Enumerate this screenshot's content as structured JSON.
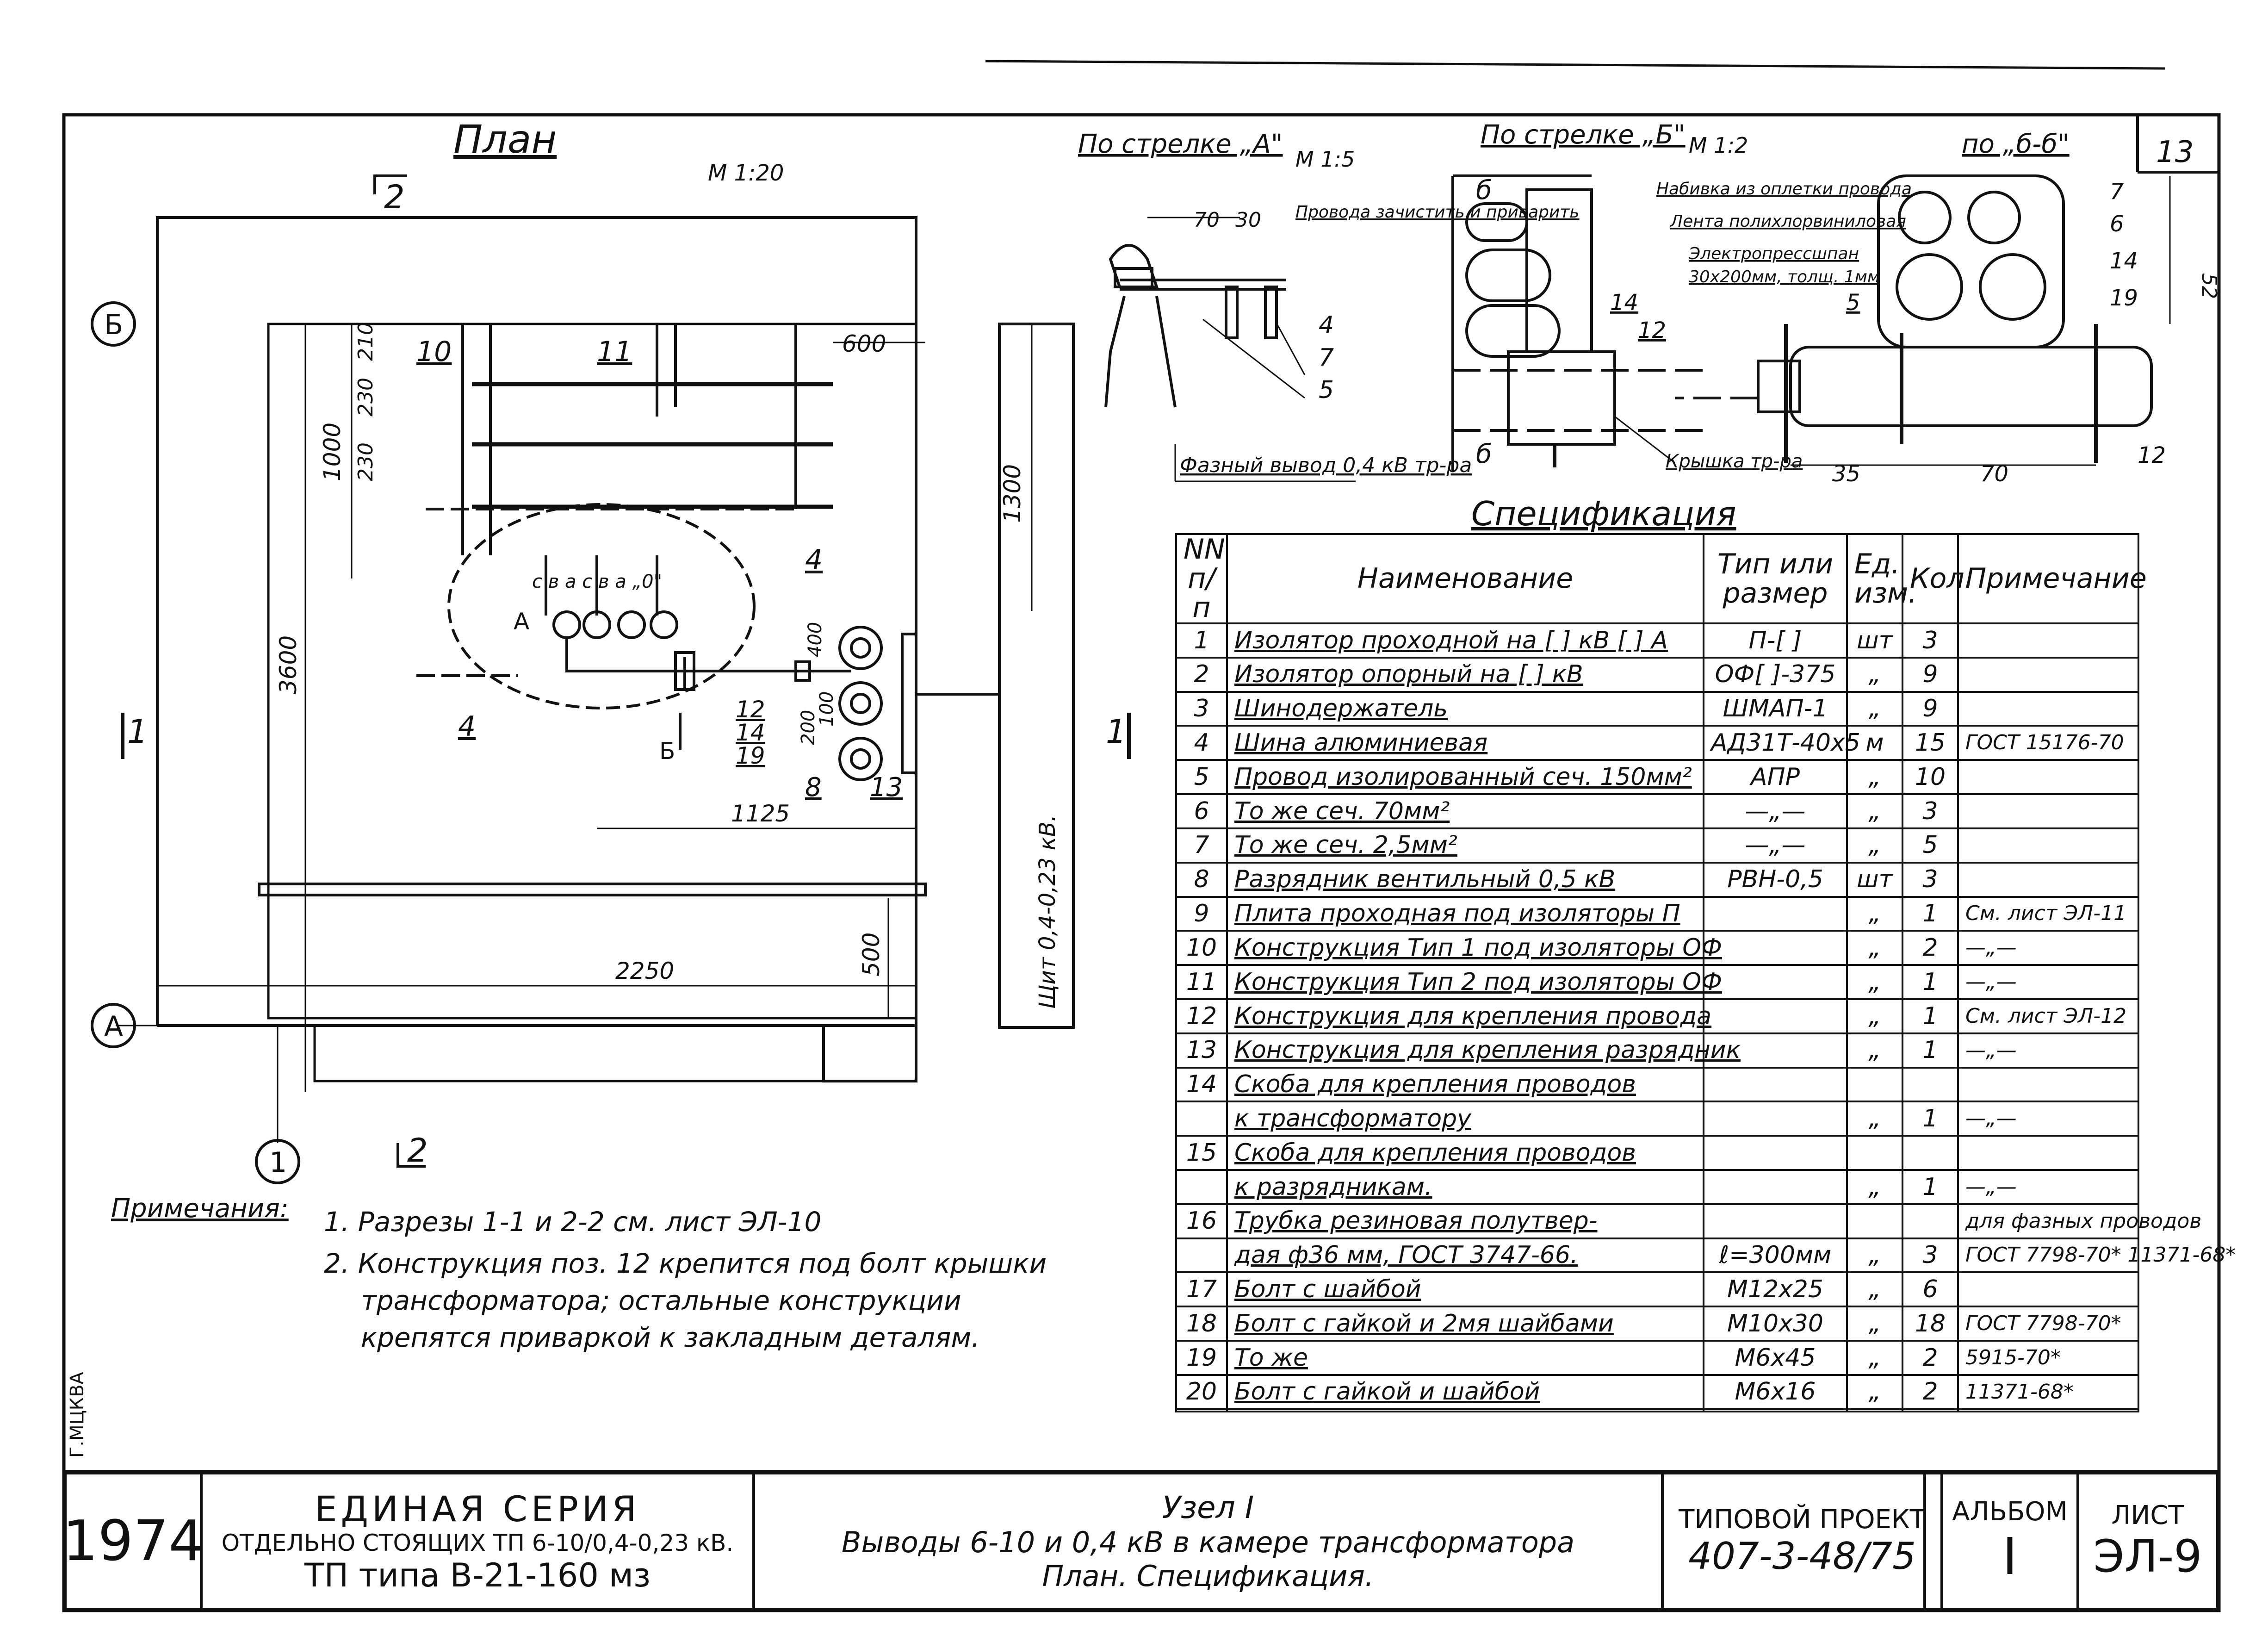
{
  "views": {
    "plan": {
      "title": "План",
      "scale": "М 1:20"
    },
    "arrow_a": {
      "title": "По стрелке „А\"",
      "scale": "М 1:5"
    },
    "arrow_b": {
      "title": "По стрелке „Б\"",
      "scale": "М 1:2"
    },
    "section_bb": {
      "title": "по „б-б\""
    }
  },
  "sheet_number": "13",
  "plan_labels": {
    "axis_b": "Б",
    "axis_a": "А",
    "axis_1": "1",
    "section_2": "2",
    "section_1": "1",
    "dim_600": "600",
    "dim_210": "210",
    "dim_230a": "230",
    "dim_230b": "230",
    "dim_1000": "1000",
    "dim_1300": "1300",
    "dim_3600": "3600",
    "dim_1125": "1125",
    "dim_2250": "2250",
    "dim_500": "500",
    "dim_400": "400",
    "dim_200": "200",
    "dim_100": "100",
    "pos_10": "10",
    "pos_11": "11",
    "pos_4a": "4",
    "pos_4b": "4",
    "pos_8": "8",
    "pos_13": "13",
    "pos_12": "12",
    "pos_14": "14",
    "pos_19": "19",
    "arrow_A": "А",
    "arrow_B": "Б",
    "phases": "c  в  a  c  в  a  „0\"",
    "panel": "Щит 0,4-0,23 кВ."
  },
  "arrow_a_labels": {
    "dim_70": "70",
    "dim_30": "30",
    "note": "Провода зачистить и приварить",
    "pos_4": "4",
    "pos_7": "7",
    "pos_5": "5",
    "caption": "Фазный вывод 0,4 кВ тр-ра"
  },
  "arrow_b_labels": {
    "b_top": "б",
    "b_bottom": "б",
    "pos_14": "14",
    "pos_12": "12",
    "cover": "Крышка тр-ра",
    "dim_35": "35",
    "dim_70": "70"
  },
  "section_labels": {
    "l1": "Набивка из оплетки провода",
    "l2": "Лента полихлорвиниловая",
    "l3": "Электропрессшпан",
    "l4": "30х200мм, толщ. 1мм",
    "pos_5": "5",
    "pos_7": "7",
    "pos_6": "6",
    "pos_14": "14",
    "pos_19": "19",
    "pos_12": "12",
    "dim_52": "52"
  },
  "spec": {
    "title": "Спецификация",
    "headers": [
      "NN п/п",
      "Наименование",
      "Тип или размер",
      "Ед. изм.",
      "Кол.",
      "Примечание"
    ],
    "rows": [
      [
        "1",
        "Изолятор проходной на [   ] кВ [   ] А",
        "П-[      ]",
        "шт",
        "3",
        ""
      ],
      [
        "2",
        "Изолятор опорный на [   ] кВ",
        "ОФ[   ]-375",
        "„",
        "9",
        ""
      ],
      [
        "3",
        "Шинодержатель",
        "ШМАП-1",
        "„",
        "9",
        ""
      ],
      [
        "4",
        "Шина алюминиевая",
        "АД31Т-40х5",
        "м",
        "15",
        "ГОСТ 15176-70"
      ],
      [
        "5",
        "Провод изолированный сеч. 150мм²",
        "АПР",
        "„",
        "10",
        ""
      ],
      [
        "6",
        "То же сеч. 70мм²",
        "—„—",
        "„",
        "3",
        ""
      ],
      [
        "7",
        "То же сеч. 2,5мм²",
        "—„—",
        "„",
        "5",
        ""
      ],
      [
        "8",
        "Разрядник вентильный 0,5 кВ",
        "РВН-0,5",
        "шт",
        "3",
        ""
      ],
      [
        "9",
        "Плита проходная под изоляторы П",
        "",
        "„",
        "1",
        "См. лист ЭЛ-11"
      ],
      [
        "10",
        "Конструкция Тип 1 под изоляторы ОФ",
        "",
        "„",
        "2",
        "—„—"
      ],
      [
        "11",
        "Конструкция Тип 2 под изоляторы ОФ",
        "",
        "„",
        "1",
        "—„—"
      ],
      [
        "12",
        "Конструкция для крепления провода",
        "",
        "„",
        "1",
        "См. лист ЭЛ-12"
      ],
      [
        "13",
        "Конструкция для крепления разрядник",
        "",
        "„",
        "1",
        "—„—"
      ],
      [
        "14",
        "Скоба для крепления проводов",
        "",
        "",
        "",
        ""
      ],
      [
        "",
        "к трансформатору",
        "",
        "„",
        "1",
        "—„—"
      ],
      [
        "15",
        "Скоба для крепления проводов",
        "",
        "",
        "",
        ""
      ],
      [
        "",
        "к разрядникам.",
        "",
        "„",
        "1",
        "—„—"
      ],
      [
        "16",
        "Трубка резиновая полутвер-",
        "",
        "",
        "",
        "для фазных проводов"
      ],
      [
        "",
        "дая ф36 мм, ГОСТ 3747-66.",
        "ℓ=300мм",
        "„",
        "3",
        "ГОСТ 7798-70* 11371-68*"
      ],
      [
        "17",
        "Болт с шайбой",
        "М12х25",
        "„",
        "6",
        ""
      ],
      [
        "18",
        "Болт с гайкой и 2мя шайбами",
        "М10х30",
        "„",
        "18",
        "ГОСТ 7798-70*"
      ],
      [
        "19",
        "То же",
        "М6х45",
        "„",
        "2",
        "5915-70*"
      ],
      [
        "20",
        "Болт с гайкой и шайбой",
        "М6х16",
        "„",
        "2",
        "11371-68*"
      ],
      [
        "",
        "",
        "",
        "",
        "",
        ""
      ]
    ]
  },
  "notes": {
    "heading": "Примечания:",
    "n1": "1. Разрезы 1-1 и 2-2 см. лист ЭЛ-10",
    "n2a": "2. Конструкция поз. 12 крепится под болт крышки",
    "n2b": "трансформатора; остальные конструкции",
    "n2c": "крепятся приваркой к закладным деталям."
  },
  "side_mark": "Г.МЦКВА",
  "title_block": {
    "year": "1974",
    "series_1": "ЕДИНАЯ СЕРИЯ",
    "series_2": "ОТДЕЛЬНО СТОЯЩИХ ТП 6-10/0,4-0,23 кВ.",
    "series_3": "ТП типа В-21-160 мз",
    "node": "Узел I",
    "desc_1": "Выводы 6-10 и 0,4 кВ в камере трансформатора",
    "desc_2": "План. Спецификация.",
    "project_label": "ТИПОВОЙ ПРОЕКТ",
    "project_no": "407-3-48/75",
    "album_label": "АЛЬБОМ",
    "album_no": "I",
    "sheet_label": "ЛИСТ",
    "sheet_no": "ЭЛ-9"
  }
}
